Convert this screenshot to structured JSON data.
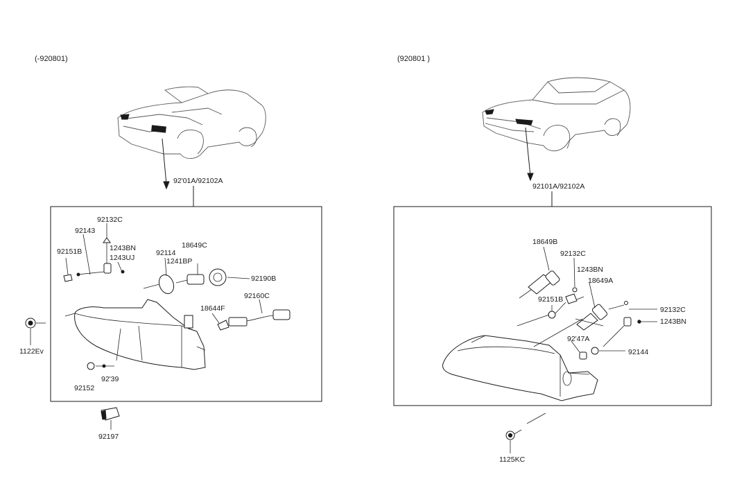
{
  "left": {
    "header": "(-920801)",
    "assembly_label": "92'01A/92102A",
    "parts": {
      "p92132C": "92132C",
      "p92143": "92143",
      "p92151B": "92151B",
      "p1243BN": "1243BN",
      "p1243UJ": "1243UJ",
      "p92114": "92114",
      "p1241BP": "1241BP",
      "p18649C": "18649C",
      "p92190B": "92190B",
      "p92160C": "92160C",
      "p18644F": "18644F",
      "p92139": "92'39",
      "p92152": "92152"
    },
    "outside": {
      "p1122": "1122Ev",
      "p92197": "92197"
    }
  },
  "right": {
    "header": "(920801 )",
    "assembly_label": "92101A/92102A",
    "parts": {
      "p18649B": "18649B",
      "p92132C_a": "92132C",
      "p1243BN_a": "1243BN",
      "p18649A": "18649A",
      "p92151B": "92151B",
      "p92132C_b": "92132C",
      "p1243BN_b": "1243BN",
      "p92147A": "92'47A",
      "p92144": "92144"
    },
    "outside": {
      "p1125KC": "1125KC"
    }
  }
}
